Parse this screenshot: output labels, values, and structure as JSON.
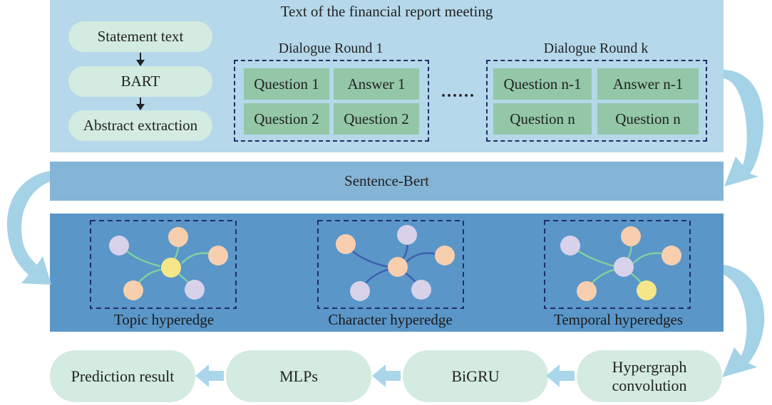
{
  "top_panel": {
    "title": "Text of the financial report meeting",
    "pipeline": [
      "Statement text",
      "BART",
      "Abstract extraction"
    ],
    "round1": {
      "label": "Dialogue Round 1",
      "cells": [
        "Question 1",
        "Answer 1",
        "Question 2",
        "Question 2"
      ]
    },
    "ellipsis": "......",
    "roundk": {
      "label": "Dialogue Round k",
      "cells": [
        "Question n-1",
        "Answer n-1",
        "Question n",
        "Question n"
      ]
    }
  },
  "sentence_bert": {
    "label": "Sentence-Bert"
  },
  "hyperedges": [
    {
      "label": "Topic hyperedge"
    },
    {
      "label": "Character hyperedge"
    },
    {
      "label": "Temporal hyperedges"
    }
  ],
  "flow": {
    "prediction": "Prediction result",
    "mlps": "MLPs",
    "bigru": "BiGRU",
    "hypergraph": "Hypergraph\nconvolution"
  },
  "colors": {
    "top_panel": "#b5d8ea",
    "sentence_bert": "#85b5d6",
    "graph_panel": "#5a96c8",
    "pill": "#d3ebe0",
    "qa_cell": "#93c7a8",
    "node_purple": "#d7d2ea",
    "node_peach": "#f8cfae",
    "node_yellow": "#f6e68a",
    "edge_green": "#7fd0a0",
    "edge_blue": "#3e5fb0",
    "dash_border": "#1e2e66",
    "arrow": "#9fd0e6"
  }
}
